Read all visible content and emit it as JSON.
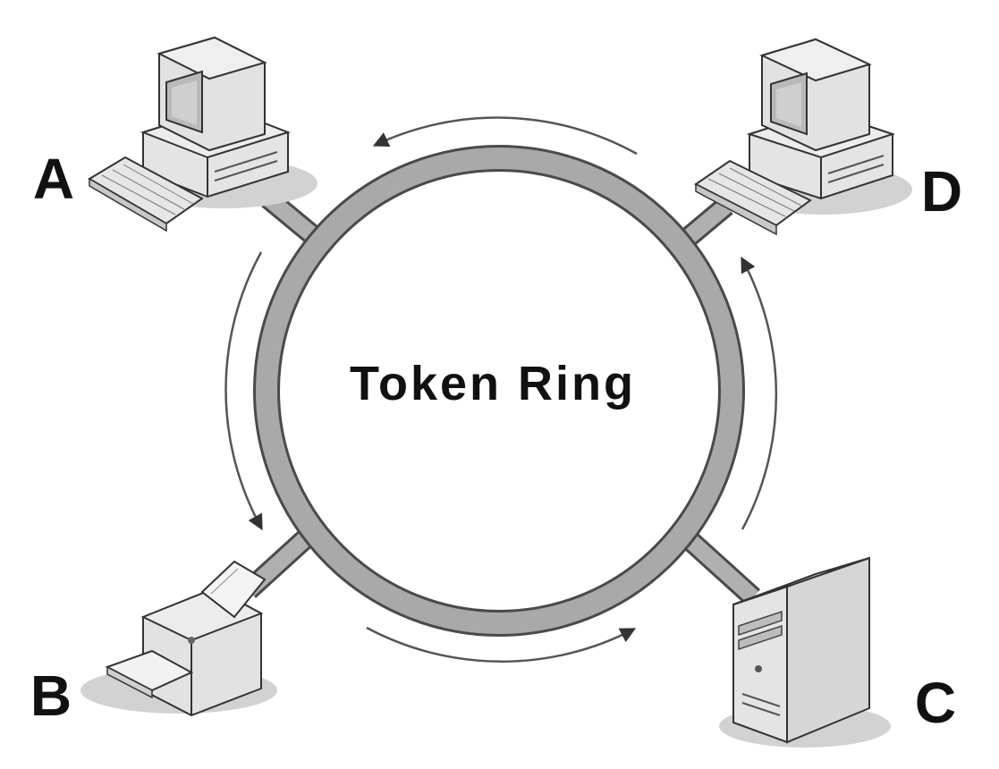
{
  "diagram": {
    "title": "Token Ring",
    "nodes": [
      {
        "id": "A",
        "label": "A",
        "device": "desktop-computer-icon"
      },
      {
        "id": "B",
        "label": "B",
        "device": "printer-icon"
      },
      {
        "id": "C",
        "label": "C",
        "device": "server-tower-icon"
      },
      {
        "id": "D",
        "label": "D",
        "device": "desktop-computer-icon"
      }
    ],
    "token_flow": "counter-clockwise",
    "colors": {
      "ring": "#a9a9a9",
      "ring_outline": "#4a4a4a",
      "device_fill": "#e4e4e4",
      "device_shadow": "#d2d2d2",
      "text": "#111111"
    }
  }
}
